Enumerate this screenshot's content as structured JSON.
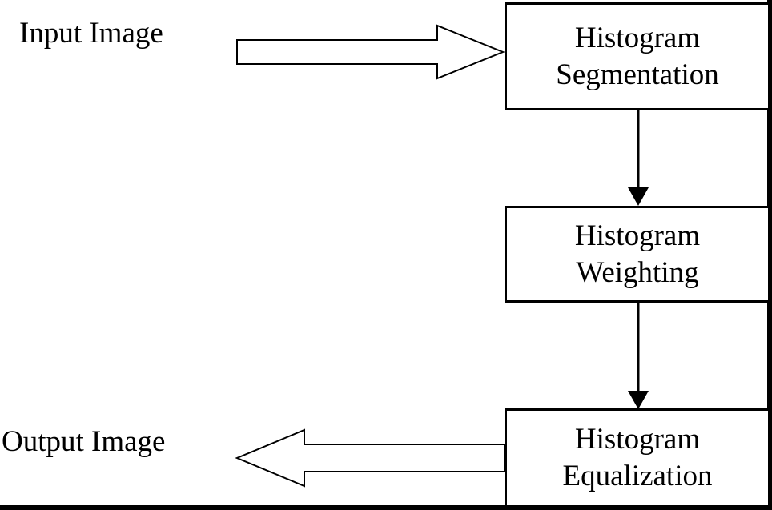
{
  "input_label": "Input Image",
  "output_label": "Output Image",
  "steps": [
    {
      "line1": "Histogram",
      "line2": "Segmentation"
    },
    {
      "line1": "Histogram",
      "line2": "Weighting"
    },
    {
      "line1": "Histogram",
      "line2": "Equalization"
    }
  ],
  "colors": {
    "stroke": "#000000",
    "fill": "#ffffff"
  }
}
